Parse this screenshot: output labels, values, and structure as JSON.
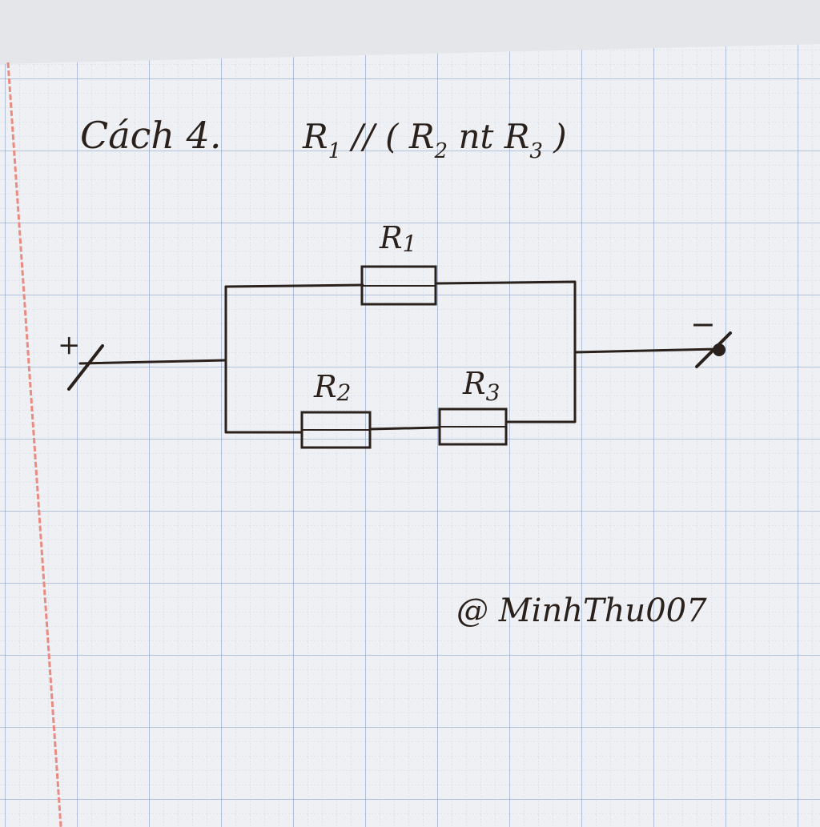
{
  "heading": {
    "prefix": "Cách 4.",
    "formula_r1": "R",
    "formula_r1_sub": "1",
    "formula_parallel": " // ( ",
    "formula_r2": "R",
    "formula_r2_sub": "2",
    "formula_series": " nt ",
    "formula_r3": "R",
    "formula_r3_sub": "3",
    "formula_close": " )"
  },
  "circuit": {
    "positive_terminal": "+",
    "negative_terminal": "−",
    "r1_label": "R",
    "r1_sub": "1",
    "r2_label": "R",
    "r2_sub": "2",
    "r3_label": "R",
    "r3_sub": "3"
  },
  "signature": "@ MinhThu007",
  "colors": {
    "paper": "#eef0f3",
    "grid_major": "#8fa6cc",
    "grid_minor": "#c4cfe0",
    "margin": "#ea8a80",
    "ink": "#2a211c"
  }
}
